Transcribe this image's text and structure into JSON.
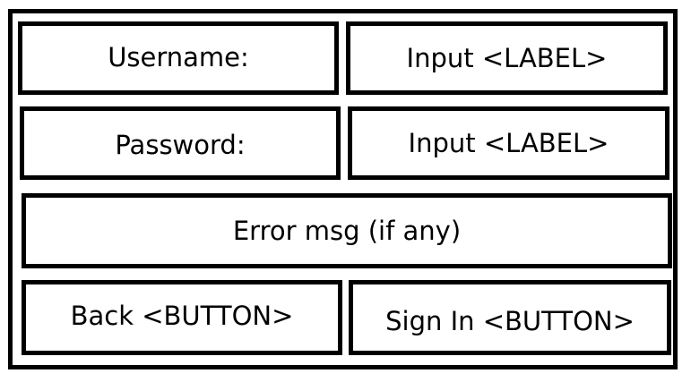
{
  "form": {
    "username_label": "Username:",
    "username_input": "Input <LABEL>",
    "password_label": "Password:",
    "password_input": "Input <LABEL>",
    "error_message": "Error msg (if any)",
    "back_button": "Back <BUTTON>",
    "signin_button": "Sign In <BUTTON>"
  }
}
